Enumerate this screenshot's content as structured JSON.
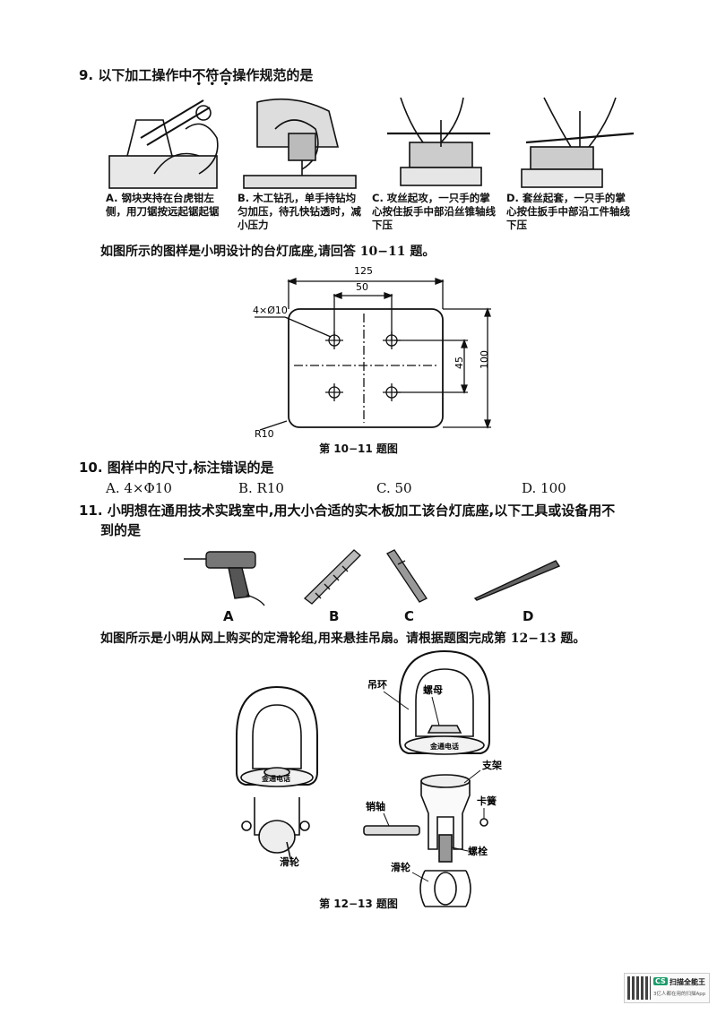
{
  "q9": {
    "prefix": "9. 以下加工操作中",
    "emph": [
      "不",
      "符",
      "合"
    ],
    "suffix": "操作规范的是",
    "panels": [
      {
        "caption": "A. 钢块夹持在台虎钳左侧，用刀锯按远起锯起锯"
      },
      {
        "caption": "B. 木工钻孔，单手持钻均匀加压，待孔快钻透时，减小压力"
      },
      {
        "caption": "C. 攻丝起攻，一只手的掌心按住扳手中部沿丝锥轴线下压"
      },
      {
        "caption": "D. 套丝起套，一只手的掌心按住扳手中部沿工件轴线下压"
      }
    ]
  },
  "intro_10_11": "如图所示的图样是小明设计的台灯底座,请回答 10−11 题。",
  "drawing": {
    "dim_width": "125",
    "dim_hole_spacing": "50",
    "dim_vertical_spacing": "45",
    "dim_height": "100",
    "hole_label": "4×Ø10",
    "radius_label": "R10",
    "caption": "第 10−11 题图"
  },
  "q10": {
    "text": "10. 图样中的尺寸,标注错误的是",
    "options": [
      "A. 4×Φ10",
      "B. R10",
      "C. 50",
      "D. 100"
    ]
  },
  "q11": {
    "line1": "11. 小明想在通用技术实践室中,用大小合适的实木板加工该台灯底座,以下工具或设备用不",
    "line2": "到的是",
    "tools": [
      "A",
      "B",
      "C",
      "D"
    ]
  },
  "intro_12_13": "如图所示是小明从网上购买的定滑轮组,用来悬挂吊扇。请根据题图完成第 12−13 题。",
  "pulley": {
    "labels": {
      "ring": "吊环",
      "nut": "螺母",
      "bracket": "支架",
      "pin": "销轴",
      "clip": "卡簧",
      "bolt": "螺栓",
      "wheel_right": "滑轮",
      "wheel_left": "滑轮",
      "brand": "金通电话"
    },
    "caption": "第 12−13 题图"
  },
  "watermark": {
    "badge": "CS",
    "title": "扫描全能王",
    "subtitle": "3亿人都在用的扫描App"
  }
}
